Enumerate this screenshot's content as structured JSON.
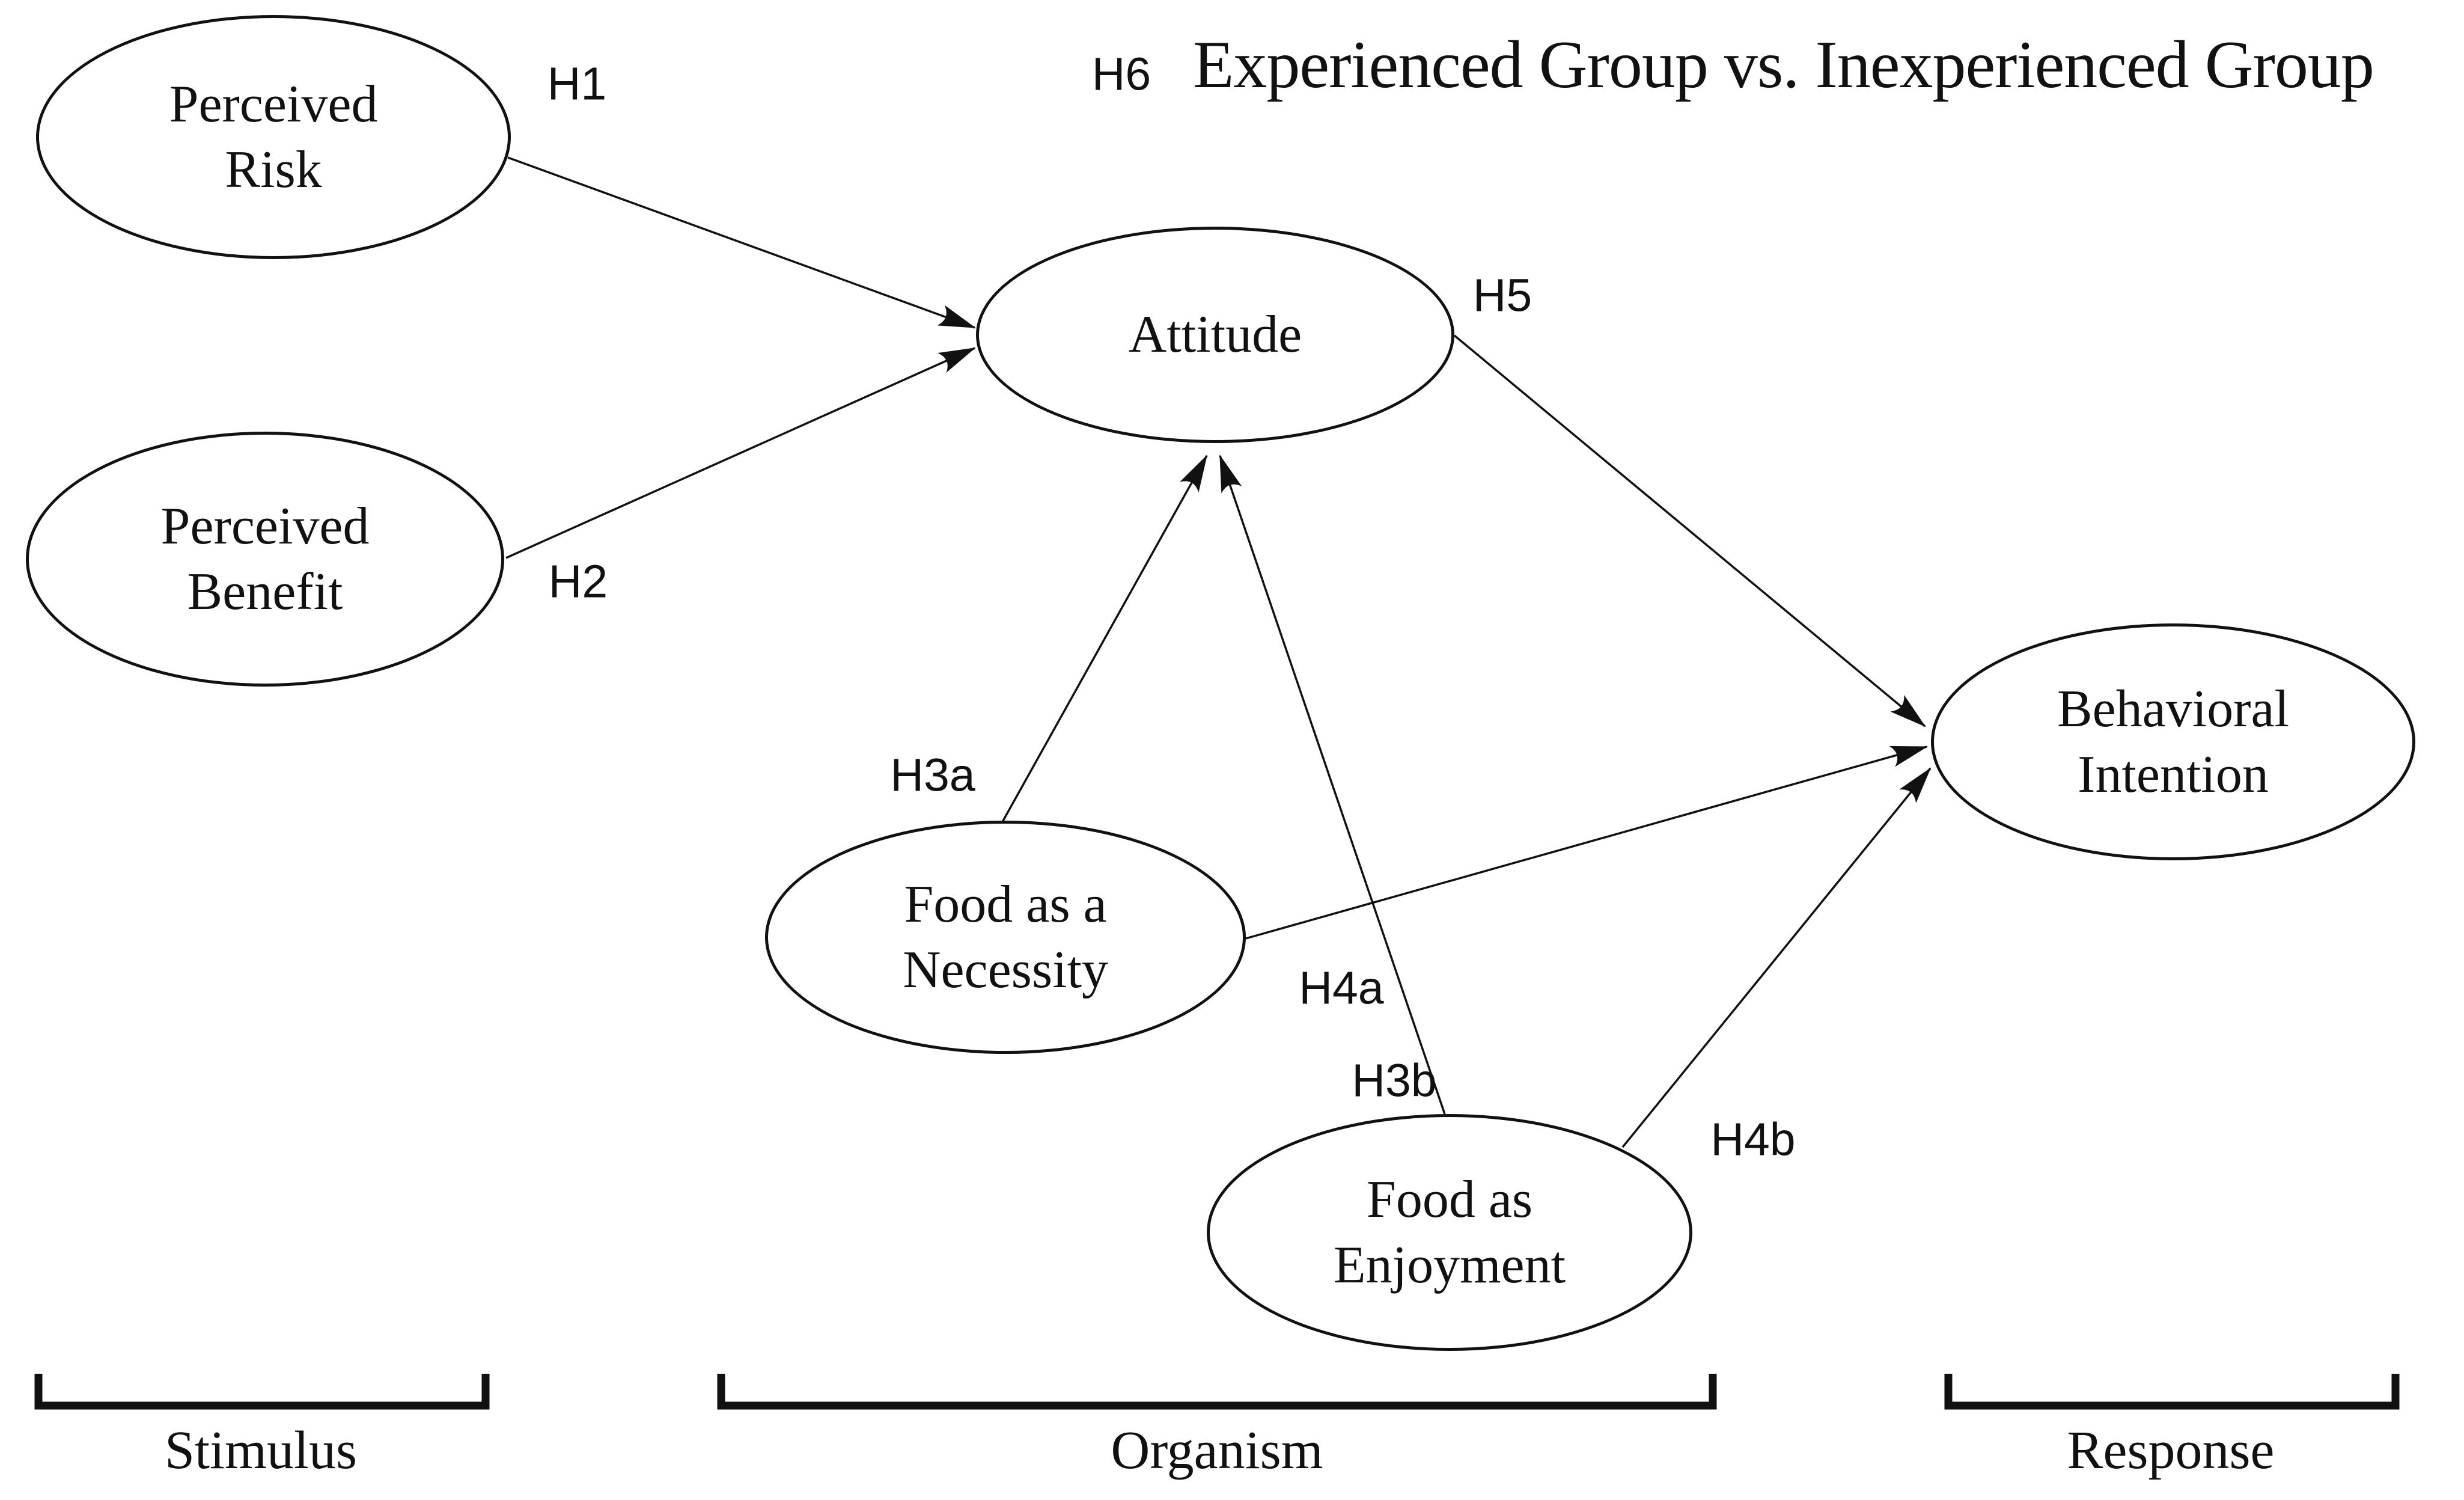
{
  "title": {
    "h6_label": "H6",
    "text": "Experienced Group vs. Inexperienced Group"
  },
  "nodes": [
    {
      "id": "perceived-risk",
      "lines": [
        "Perceived",
        "Risk"
      ]
    },
    {
      "id": "perceived-benefit",
      "lines": [
        "Perceived",
        "Benefit"
      ]
    },
    {
      "id": "attitude",
      "lines": [
        "Attitude"
      ]
    },
    {
      "id": "food-necessity",
      "lines": [
        "Food as a",
        "Necessity"
      ]
    },
    {
      "id": "food-enjoyment",
      "lines": [
        "Food as",
        "Enjoyment"
      ]
    },
    {
      "id": "behavioral-intention",
      "lines": [
        "Behavioral",
        "Intention"
      ]
    }
  ],
  "edges": [
    {
      "id": "h1",
      "label": "H1",
      "from": "perceived-risk",
      "to": "attitude"
    },
    {
      "id": "h2",
      "label": "H2",
      "from": "perceived-benefit",
      "to": "attitude"
    },
    {
      "id": "h3a",
      "label": "H3a",
      "from": "food-necessity",
      "to": "attitude"
    },
    {
      "id": "h3b",
      "label": "H3b",
      "from": "food-enjoyment",
      "to": "attitude"
    },
    {
      "id": "h4a",
      "label": "H4a",
      "from": "food-necessity",
      "to": "behavioral-intention"
    },
    {
      "id": "h4b",
      "label": "H4b",
      "from": "food-enjoyment",
      "to": "behavioral-intention"
    },
    {
      "id": "h5",
      "label": "H5",
      "from": "attitude",
      "to": "behavioral-intention"
    }
  ],
  "groups": [
    {
      "id": "stimulus",
      "label": "Stimulus"
    },
    {
      "id": "organism",
      "label": "Organism"
    },
    {
      "id": "response",
      "label": "Response"
    }
  ],
  "colors": {
    "ink": "#111111",
    "background": "#ffffff"
  }
}
